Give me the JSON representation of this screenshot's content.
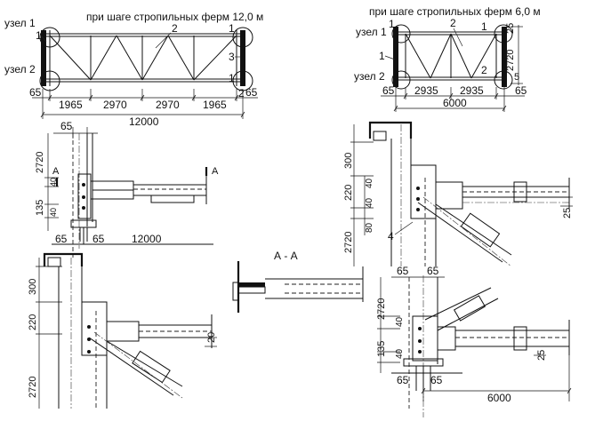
{
  "top_left": {
    "title": "при шаге стропильных ферм 12,0 м",
    "node1_label": "узел 1",
    "node2_label": "узел 2",
    "callouts": [
      "1",
      "2",
      "1",
      "3",
      "1",
      "2"
    ],
    "offset_left": "65",
    "offset_right": "65",
    "panels": [
      "1965",
      "2970",
      "2970",
      "1965"
    ],
    "span_total": "12000"
  },
  "top_right": {
    "title": "при шаге стропильных ферм 6,0 м",
    "node1_label": "узел 1",
    "node2_label": "узел 2",
    "callouts": [
      "1",
      "2",
      "1",
      "2"
    ],
    "height": "2720",
    "height_small": "25",
    "offset_left": "65",
    "offset_right": "65",
    "offset_right_small": "5",
    "panels": [
      "2935",
      "2935"
    ],
    "span_total": "6000"
  },
  "detail_a": {
    "col_offset": "65",
    "height": "2720",
    "d40_top": "40",
    "d135": "135",
    "d40_bottom": "40",
    "section_mark": "А",
    "bottom_left": "65",
    "bottom_right": "65",
    "span": "12000"
  },
  "detail_b": {
    "d300": "300",
    "d220": "220",
    "d40a": "40",
    "d40b": "40",
    "d80": "80",
    "height": "2720",
    "callout": "4",
    "right_offset": "25"
  },
  "detail_c": {
    "d300": "300",
    "d220": "220",
    "height": "2720",
    "right_offset": "20"
  },
  "section_aa": {
    "label": "А - А"
  },
  "detail_d": {
    "top_left": "65",
    "top_right": "65",
    "height": "2720",
    "d40a": "40",
    "d135": "135",
    "d40b": "40",
    "right_offset": "25",
    "bottom_left": "65",
    "bottom_right": "65",
    "span": "6000"
  }
}
